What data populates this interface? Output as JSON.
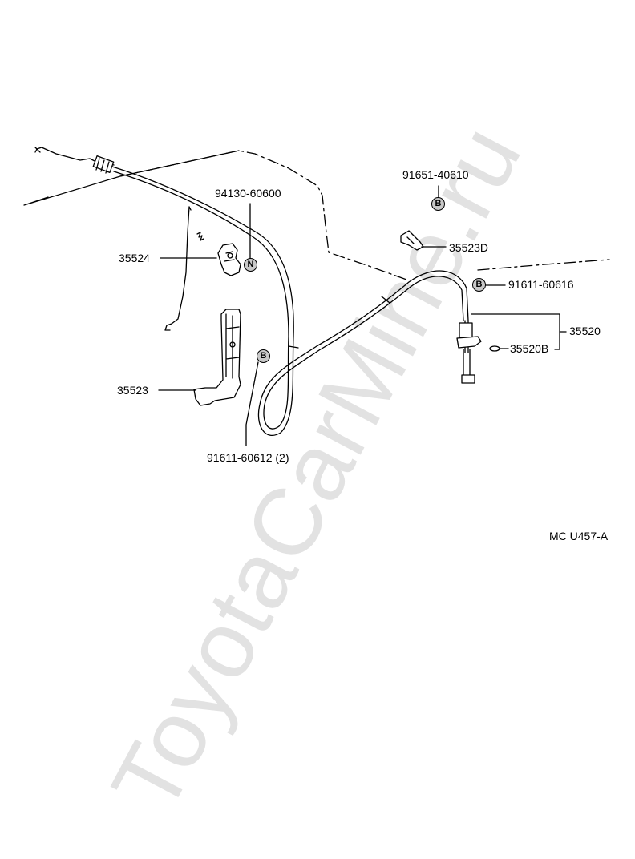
{
  "watermark": "ToyotaCarMine.ru",
  "diagram_code": "MC  U457-A",
  "symbols": {
    "b1": "B",
    "b2": "B",
    "b3": "B",
    "n1": "N"
  },
  "parts": {
    "p94130": "94130-60600",
    "p35524": "35524",
    "p35523": "35523",
    "p91611_612": "91611-60612 (2)",
    "p91651": "91651-40610",
    "p35523D": "35523D",
    "p91611_616": "91611-60616",
    "p35520": "35520",
    "p35520B": "35520B"
  }
}
